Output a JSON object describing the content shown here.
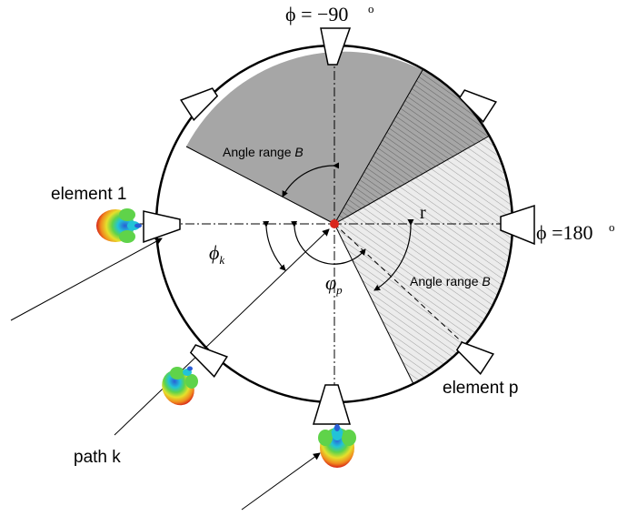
{
  "labels": {
    "phi_top": "ϕ = −90",
    "phi_top_deg": "o",
    "phi_right": "ϕ =180",
    "phi_right_deg": "o",
    "angle_range_upper": "Angle range ",
    "angle_range_upper_var": "B",
    "angle_range_lower": "Angle range ",
    "angle_range_lower_var": "B",
    "element_1": "element 1",
    "element_p": "element p",
    "path_k": "path k",
    "phi_k": "ϕ",
    "phi_k_sub": "k",
    "varphi_p": "φ",
    "varphi_p_sub": "p",
    "radius": "r"
  },
  "colors": {
    "gray_sector": "#a6a6a6",
    "hatch_bg": "#e9e9e9",
    "hatch_line": "#8c8c8c",
    "outline": "#000000",
    "center_dot": "#d9261c"
  }
}
